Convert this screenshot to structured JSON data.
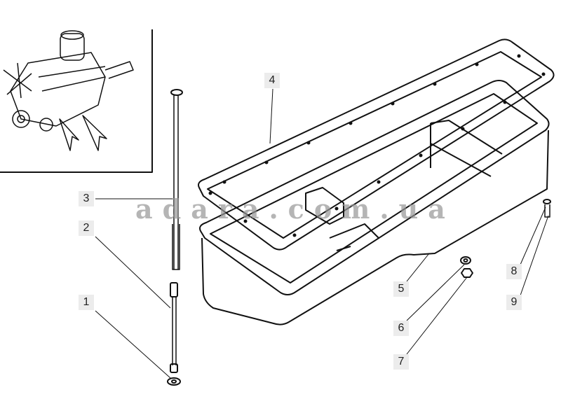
{
  "labels": [
    "1",
    "2",
    "3",
    "4",
    "5",
    "6",
    "7",
    "8",
    "9"
  ],
  "watermark": "adara.com.ua",
  "colors": {
    "line": "#111111",
    "label_bg": "#ececec",
    "watermark": "#969696"
  }
}
